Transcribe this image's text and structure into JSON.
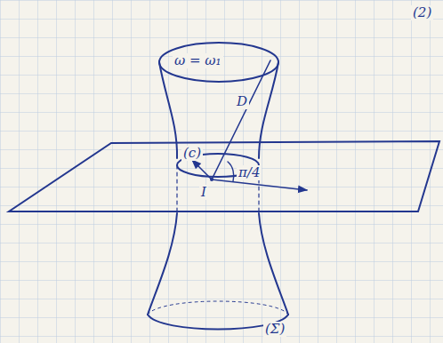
{
  "diagram": {
    "labels": [
      "(2)",
      "ω = ω₁",
      "D",
      "(c)",
      "π/4",
      "I",
      "(Σ)"
    ]
  }
}
